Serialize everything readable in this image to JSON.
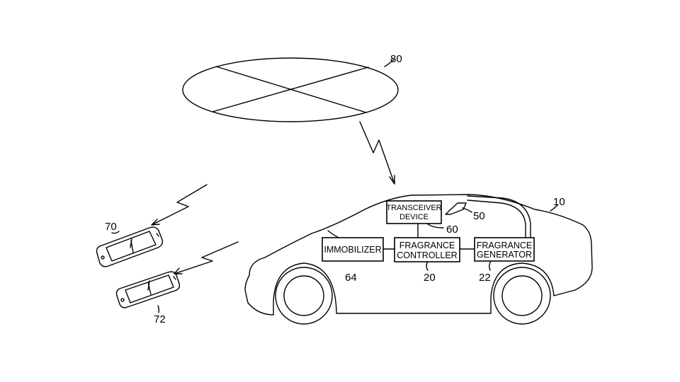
{
  "figure": {
    "references": {
      "vehicle": "10",
      "fragrance_controller": "20",
      "fragrance_generator": "22",
      "outlet": "50",
      "transceiver": "60",
      "immobilizer": "64",
      "phone_a": "70",
      "phone_b": "72",
      "server": "80"
    },
    "boxes": {
      "transceiver": [
        "TRANSCEIVER",
        "DEVICE"
      ],
      "immobilizer": [
        "IMMOBILIZER"
      ],
      "fragrance_controller": [
        "FRAGRANCE",
        "CONTROLLER"
      ],
      "fragrance_generator": [
        "FRAGRANCE",
        "GENERATOR"
      ]
    }
  }
}
